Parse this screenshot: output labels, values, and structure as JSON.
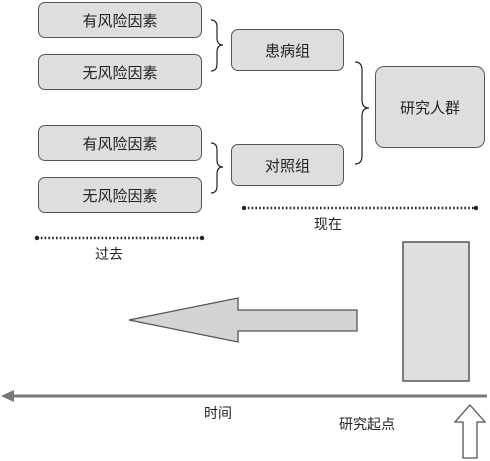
{
  "boxes": {
    "past_case_exposed": "有风险因素",
    "past_case_unexposed": "无风险因素",
    "past_control_exposed": "有风险因素",
    "past_control_unexposed": "无风险因素",
    "case_group": "患病组",
    "control_group": "对照组",
    "study_population": "研究人群"
  },
  "labels": {
    "past": "过去",
    "present": "现在",
    "time": "时间",
    "study_start": "研究起点"
  },
  "colors": {
    "box_fill": "#dedede",
    "box_border": "#555555",
    "arrow_fill": "#d4d4d4",
    "timeline": "#777777"
  }
}
